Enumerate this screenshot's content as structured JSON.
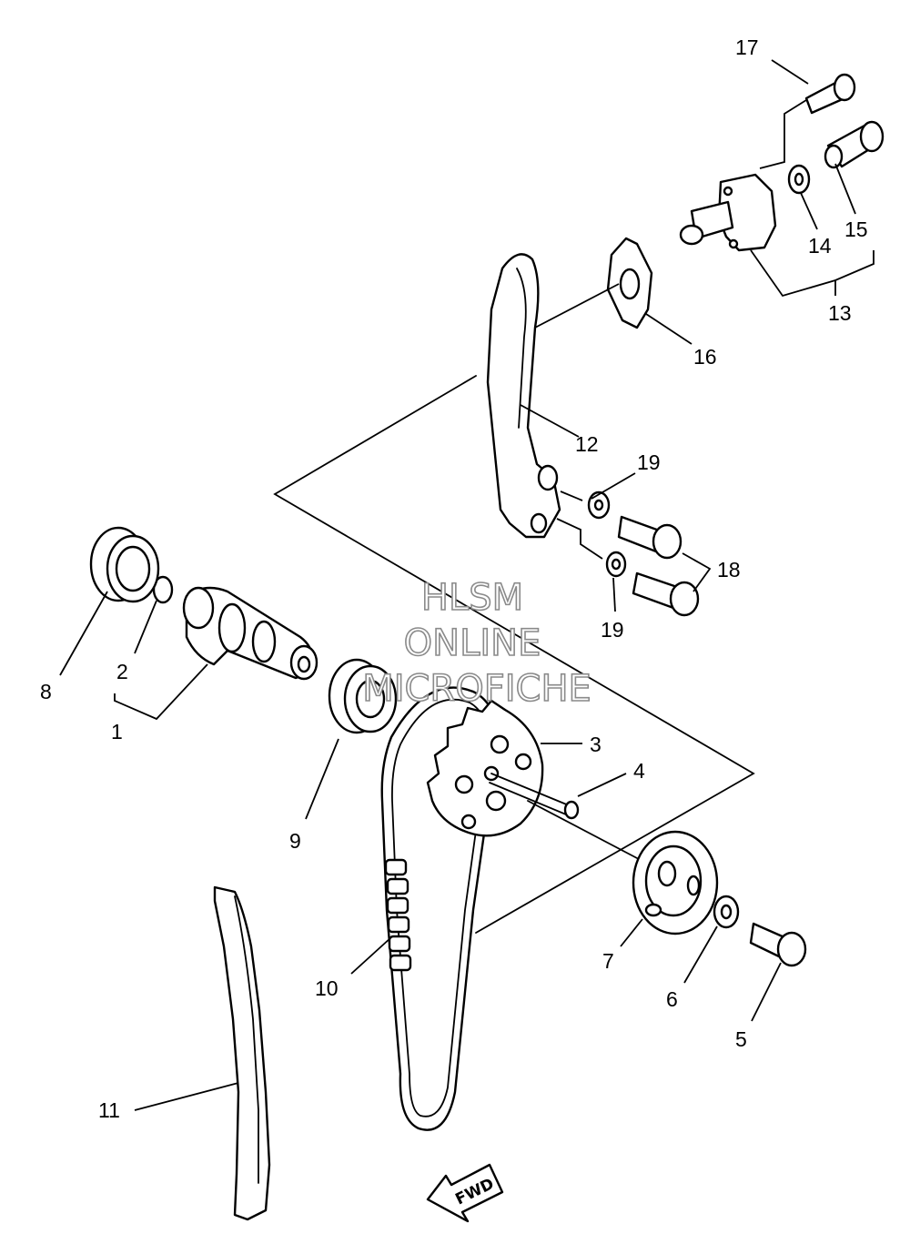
{
  "watermark": {
    "line1": "HLSM",
    "line2": "ONLINE",
    "line3": "MICROFICHE"
  },
  "direction_arrow": {
    "label": "FWD"
  },
  "parts": [
    {
      "id": "p1",
      "number": "1"
    },
    {
      "id": "p2",
      "number": "2"
    },
    {
      "id": "p3",
      "number": "3"
    },
    {
      "id": "p4",
      "number": "4"
    },
    {
      "id": "p5",
      "number": "5"
    },
    {
      "id": "p6",
      "number": "6"
    },
    {
      "id": "p7",
      "number": "7"
    },
    {
      "id": "p8",
      "number": "8"
    },
    {
      "id": "p9",
      "number": "9"
    },
    {
      "id": "p10",
      "number": "10"
    },
    {
      "id": "p11",
      "number": "11"
    },
    {
      "id": "p12",
      "number": "12"
    },
    {
      "id": "p13",
      "number": "13"
    },
    {
      "id": "p14",
      "number": "14"
    },
    {
      "id": "p15",
      "number": "15"
    },
    {
      "id": "p16",
      "number": "16"
    },
    {
      "id": "p17",
      "number": "17"
    },
    {
      "id": "p18",
      "number": "18"
    },
    {
      "id": "p19a",
      "number": "19"
    },
    {
      "id": "p19b",
      "number": "19"
    }
  ]
}
